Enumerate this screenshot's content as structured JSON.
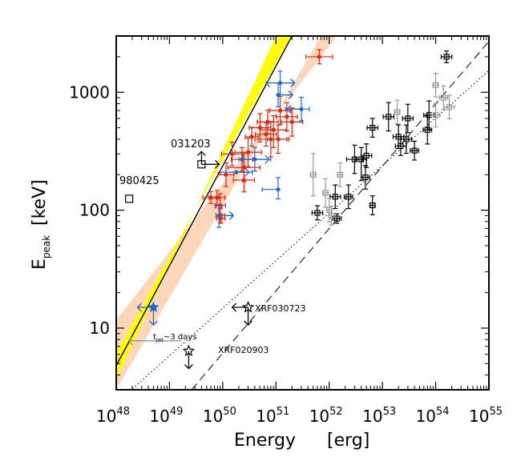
{
  "chart_data": {
    "type": "scatter",
    "xlabel": {
      "main": "Energy",
      "unit": "[erg]"
    },
    "ylabel": {
      "main": "E",
      "sub": "peak",
      "unit": "[keV]"
    },
    "xscale": "log",
    "yscale": "log",
    "xlim": [
      1e+48,
      1e+55
    ],
    "ylim": [
      3,
      3000
    ],
    "x_ticks": [
      {
        "mantissa": "10",
        "exp": "48",
        "value": 1e+48
      },
      {
        "mantissa": "10",
        "exp": "49",
        "value": 1e+49
      },
      {
        "mantissa": "10",
        "exp": "50",
        "value": 1e+50
      },
      {
        "mantissa": "10",
        "exp": "51",
        "value": 1e+51
      },
      {
        "mantissa": "10",
        "exp": "52",
        "value": 1e+52
      },
      {
        "mantissa": "10",
        "exp": "53",
        "value": 1e+53
      },
      {
        "mantissa": "10",
        "exp": "54",
        "value": 1e+54
      },
      {
        "mantissa": "10",
        "exp": "55",
        "value": 1e+55
      }
    ],
    "y_ticks": [
      {
        "label": "10",
        "value": 10
      },
      {
        "label": "100",
        "value": 100
      },
      {
        "label": "1000",
        "value": 1000
      }
    ],
    "colors": {
      "band_outer": "#fdd7b9",
      "band_inner": "#ffff00",
      "fit_line": "#000000",
      "red": "#ee2200",
      "blue": "#2266dd",
      "black": "#000000",
      "gray": "#999999"
    },
    "relations": [
      {
        "name": "best-fit",
        "style": "solid",
        "points": [
          [
            1e+48,
            4.8
          ],
          [
            2e+51,
            3000
          ]
        ]
      },
      {
        "name": "dashed",
        "style": "dashed",
        "points": [
          [
            2.6e+49,
            3
          ],
          [
            1e+55,
            2700
          ]
        ]
      },
      {
        "name": "dotted",
        "style": "dotted",
        "points": [
          [
            1e+48,
            2.3
          ],
          [
            1e+55,
            1530
          ]
        ]
      }
    ],
    "bands": [
      {
        "name": "outer",
        "color": "#fdd7b9",
        "upper": [
          [
            1e+48,
            11.7
          ],
          [
            1.4e+52,
            3000
          ]
        ],
        "lower": [
          [
            1e+48,
            3
          ],
          [
            7e+51,
            3000
          ]
        ]
      },
      {
        "name": "inner",
        "color": "#ffff00",
        "upper": [
          [
            1e+48,
            6.2
          ],
          [
            1.9e+51,
            3000
          ]
        ],
        "lower": [
          [
            1e+48,
            3.7
          ],
          [
            1e+51,
            3000
          ]
        ]
      }
    ],
    "series": [
      {
        "color": "red",
        "marker": "dot",
        "points": [
          {
            "x": 6.5e+51,
            "y": 2000,
            "xe": [
              0.25,
              0.25
            ],
            "ye": [
              0.06,
              0.06
            ]
          },
          {
            "x": 1.6e+51,
            "y": 620,
            "xe": [
              0.2,
              0.2
            ],
            "ye": [
              0.12,
              0.12
            ]
          },
          {
            "x": 1.2e+51,
            "y": 700,
            "xe": [
              0.2,
              0.2
            ],
            "ye": [
              0.12,
              0.12
            ]
          },
          {
            "x": 2e+51,
            "y": 560,
            "xe": [
              0.2,
              0.2
            ],
            "ye": [
              0.12,
              0.12
            ]
          },
          {
            "x": 9e+50,
            "y": 480,
            "xe": [
              0.25,
              0.25
            ],
            "ye": [
              0.15,
              0.12
            ]
          },
          {
            "x": 7e+50,
            "y": 560,
            "xe": [
              0.2,
              0.2
            ],
            "ye": [
              0.1,
              0.1
            ]
          },
          {
            "x": 8e+50,
            "y": 400,
            "xe": [
              0.3,
              0.3
            ],
            "ye": [
              0.15,
              0.15
            ]
          },
          {
            "x": 5e+50,
            "y": 500,
            "xe": [
              0.2,
              0.2
            ],
            "ye": [
              0.12,
              0.12
            ]
          },
          {
            "x": 1.1e+51,
            "y": 400,
            "xe": [
              0.2,
              0.2
            ],
            "ye": [
              0.12,
              0.12
            ]
          },
          {
            "x": 6.5e+50,
            "y": 440,
            "xe": [
              0.2,
              0.2
            ],
            "ye": [
              0.1,
              0.1
            ]
          },
          {
            "x": 3.5e+50,
            "y": 420,
            "xe": [
              0.12,
              0.12
            ],
            "ye": [
              0.08,
              0.08
            ]
          },
          {
            "x": 3e+50,
            "y": 310,
            "xe": [
              0.25,
              0.25
            ],
            "ye": [
              0.12,
              0.12
            ]
          },
          {
            "x": 2.3e+50,
            "y": 270,
            "xe": [
              0.2,
              0.2
            ],
            "ye": [
              0.1,
              0.1
            ]
          },
          {
            "x": 2.5e+50,
            "y": 230,
            "xe": [
              0.3,
              0.3
            ],
            "ye": [
              0.12,
              0.12
            ]
          },
          {
            "x": 1.5e+50,
            "y": 300,
            "xe": [
              0.2,
              0.2
            ],
            "ye": [
              0.1,
              0.1
            ]
          },
          {
            "x": 1.15e+50,
            "y": 200,
            "xe": [
              0.15,
              0.15
            ],
            "ye": [
              0.1,
              0.1
            ]
          },
          {
            "x": 2.5e+50,
            "y": 180,
            "xe": [
              0.2,
              0.2
            ],
            "ye": [
              0.1,
              0.1
            ]
          },
          {
            "x": 6e+49,
            "y": 128,
            "xe": [
              0.15,
              0.15
            ],
            "ye": [
              0.05,
              0.05
            ]
          },
          {
            "x": 7.8e+49,
            "y": 128,
            "xe": [
              0.15,
              0.15
            ],
            "ye": [
              0.06,
              0.06
            ]
          },
          {
            "x": 9e+49,
            "y": 110,
            "xe": [
              0.1,
              0.1
            ],
            "ye": [
              0.1,
              0.1
            ]
          },
          {
            "x": 9e+49,
            "y": 90,
            "xe": [
              0.08,
              0.08
            ],
            "ye": [
              0.06,
              0.06
            ]
          },
          {
            "x": 9.2e+49,
            "y": 85,
            "xe": [
              0.08,
              0.08
            ],
            "ye": [
              0.04,
              0.04
            ]
          }
        ]
      },
      {
        "color": "blue",
        "marker": "dot",
        "points": [
          {
            "x": 1.2e+51,
            "y": 1200,
            "xe": [
              0,
              0.25
            ],
            "ye": [
              0.1,
              0.1
            ]
          },
          {
            "x": 1.1e+51,
            "y": 950,
            "xe": [
              0,
              0.25
            ],
            "ye": [
              0.1,
              0.1
            ]
          },
          {
            "x": 3e+51,
            "y": 720,
            "xe": [
              0.3,
              0.15
            ],
            "ye": [
              0.1,
              0.1
            ]
          },
          {
            "x": 4e+50,
            "y": 270,
            "xe": [
              0.3,
              0.3
            ],
            "ye": [
              0.1,
              0.1
            ]
          },
          {
            "x": 1.8e+50,
            "y": 210,
            "xe": [
              0.3,
              0.3
            ],
            "ye": [
              0,
              0
            ]
          },
          {
            "x": 1.1e+51,
            "y": 150,
            "xe": [
              0.3,
              0
            ],
            "ye": [
              0.08,
              0.1
            ]
          },
          {
            "x": 8.5e+49,
            "y": 90,
            "xe": [
              0,
              0.25
            ],
            "ye": [
              0.1,
              0
            ]
          }
        ],
        "arrows": [
          {
            "x": 1.2e+51,
            "y": 1200,
            "dir": "left",
            "len": 18
          },
          {
            "x": 1.2e+51,
            "y": 1200,
            "dir": "right",
            "len": 18
          },
          {
            "x": 1.1e+51,
            "y": 950,
            "dir": "right",
            "len": 18
          },
          {
            "x": 3e+51,
            "y": 720,
            "dir": "left",
            "len": 18
          },
          {
            "x": 4e+50,
            "y": 270,
            "dir": "right",
            "len": 18
          },
          {
            "x": 4e+50,
            "y": 270,
            "dir": "left",
            "len": 18
          },
          {
            "x": 1.8e+50,
            "y": 210,
            "dir": "right",
            "len": 16
          },
          {
            "x": 8.5e+49,
            "y": 90,
            "dir": "right",
            "len": 18
          },
          {
            "x": 8.5e+49,
            "y": 90,
            "dir": "up",
            "len": 14
          }
        ]
      },
      {
        "color": "black",
        "marker": "square",
        "points": [
          {
            "x": 1.6e+54,
            "y": 2000,
            "xe": [
              0.1,
              0.1
            ],
            "ye": [
              0.05,
              0.05
            ]
          },
          {
            "x": 3e+53,
            "y": 600,
            "xe": [
              0.1,
              0.1
            ],
            "ye": [
              0.12,
              0.12
            ]
          },
          {
            "x": 1.3e+53,
            "y": 620,
            "xe": [
              0.1,
              0.1
            ],
            "ye": [
              0.12,
              0.12
            ]
          },
          {
            "x": 7.5e+53,
            "y": 640,
            "xe": [
              0.1,
              0.1
            ],
            "ye": [
              0.12,
              0.12
            ]
          },
          {
            "x": 6.5e+52,
            "y": 500,
            "xe": [
              0.1,
              0.1
            ],
            "ye": [
              0.08,
              0.08
            ]
          },
          {
            "x": 7e+53,
            "y": 480,
            "xe": [
              0.08,
              0.08
            ],
            "ye": [
              0.12,
              0.12
            ]
          },
          {
            "x": 2e+53,
            "y": 420,
            "xe": [
              0.1,
              0.1
            ],
            "ye": [
              0.1,
              0.1
            ]
          },
          {
            "x": 2.2e+53,
            "y": 350,
            "xe": [
              0.1,
              0.1
            ],
            "ye": [
              0.08,
              0.08
            ]
          },
          {
            "x": 2.8e+53,
            "y": 400,
            "xe": [
              0.1,
              0.1
            ],
            "ye": [
              0.12,
              0.12
            ]
          },
          {
            "x": 4e+53,
            "y": 320,
            "xe": [
              0.08,
              0.08
            ],
            "ye": [
              0.08,
              0.08
            ]
          },
          {
            "x": 5e+52,
            "y": 290,
            "xe": [
              0.1,
              0.1
            ],
            "ye": [
              0.1,
              0.1
            ]
          },
          {
            "x": 3e+52,
            "y": 270,
            "xe": [
              0.15,
              0.15
            ],
            "ye": [
              0.12,
              0.12
            ]
          },
          {
            "x": 4e+52,
            "y": 270,
            "xe": [
              0.1,
              0.1
            ],
            "ye": [
              0.18,
              0.1
            ]
          },
          {
            "x": 4.8e+52,
            "y": 190,
            "xe": [
              0.08,
              0.08
            ],
            "ye": [
              0.1,
              0.1
            ]
          },
          {
            "x": 2.3e+52,
            "y": 130,
            "xe": [
              0.08,
              0.08
            ],
            "ye": [
              0.1,
              0.1
            ]
          },
          {
            "x": 1.3e+52,
            "y": 130,
            "xe": [
              0.1,
              0.1
            ],
            "ye": [
              0.1,
              0.1
            ]
          },
          {
            "x": 1.4e+52,
            "y": 85,
            "xe": [
              0.08,
              0.08
            ],
            "ye": [
              0.04,
              0.04
            ]
          },
          {
            "x": 6e+51,
            "y": 95,
            "xe": [
              0.1,
              0.1
            ],
            "ye": [
              0.06,
              0.06
            ]
          },
          {
            "x": 6.5e+52,
            "y": 110,
            "xe": [
              0.05,
              0.05
            ],
            "ye": [
              0.08,
              0.08
            ]
          }
        ]
      },
      {
        "color": "gray",
        "marker": "square",
        "points": [
          {
            "x": 1e+54,
            "y": 1150,
            "xe": [
              0.05,
              0.05
            ],
            "ye": [
              0.1,
              0.1
            ]
          },
          {
            "x": 1.4e+54,
            "y": 900,
            "xe": [
              0.08,
              0.08
            ],
            "ye": [
              0.1,
              0.1
            ]
          },
          {
            "x": 1.8e+54,
            "y": 750,
            "xe": [
              0.1,
              0.1
            ],
            "ye": [
              0.1,
              0.1
            ]
          },
          {
            "x": 1.9e+53,
            "y": 680,
            "xe": [
              0.05,
              0.05
            ],
            "ye": [
              0.1,
              0.1
            ]
          },
          {
            "x": 1e+54,
            "y": 640,
            "xe": [
              0.08,
              0.08
            ],
            "ye": [
              0.1,
              0.1
            ]
          },
          {
            "x": 5e+51,
            "y": 200,
            "xe": [
              0.05,
              0.05
            ],
            "ye": [
              0.18,
              0.18
            ]
          },
          {
            "x": 8.5e+51,
            "y": 140,
            "xe": [
              0.05,
              0.05
            ],
            "ye": [
              0.12,
              0.12
            ]
          },
          {
            "x": 1e+52,
            "y": 100,
            "xe": [
              0.05,
              0.05
            ],
            "ye": [
              0.1,
              0.1
            ]
          },
          {
            "x": 1.1e+52,
            "y": 90,
            "xe": [
              0.05,
              0.05
            ],
            "ye": [
              0.08,
              0.08
            ]
          },
          {
            "x": 1.6e+52,
            "y": 200,
            "xe": [
              0.05,
              0.05
            ],
            "ye": [
              0.1,
              0.1
            ]
          }
        ]
      }
    ],
    "special_points": [
      {
        "label": "980425",
        "x": 1.75e+48,
        "y": 125,
        "marker": "open-square"
      },
      {
        "label": "031203",
        "x": 4e+49,
        "y": 245,
        "marker": "open-square"
      },
      {
        "label": "XRF030723",
        "x": 3e+50,
        "y": 15,
        "marker": "open-star"
      },
      {
        "label": "XRF020903",
        "x": 2.3e+49,
        "y": 6.4,
        "marker": "open-star"
      },
      {
        "label": "",
        "x": 5e+48,
        "y": 15,
        "marker": "blue-star"
      }
    ],
    "limit_arrows": [
      {
        "x": 4e+49,
        "y": 245,
        "dir": "up",
        "len": 16,
        "color": "black"
      },
      {
        "x": 4e+49,
        "y": 245,
        "dir": "right",
        "len": 22,
        "color": "black"
      },
      {
        "x": 3e+50,
        "y": 15,
        "dir": "down",
        "len": 22,
        "color": "black"
      },
      {
        "x": 3e+50,
        "y": 15,
        "dir": "left",
        "len": 20,
        "color": "black"
      },
      {
        "x": 2.3e+49,
        "y": 6.4,
        "dir": "down",
        "len": 22,
        "color": "black"
      },
      {
        "x": 5e+48,
        "y": 15,
        "dir": "left",
        "len": 20,
        "color": "blue"
      },
      {
        "x": 5e+48,
        "y": 15,
        "dir": "down",
        "len": 22,
        "color": "blue"
      }
    ],
    "annotations": [
      {
        "text": "980425"
      },
      {
        "text": "031203"
      },
      {
        "text": "XRF030723"
      },
      {
        "text": "XRF020903"
      },
      {
        "prefix": "t",
        "sub": "jet",
        "suffix": "~3 days"
      }
    ],
    "tjet_arrow": {
      "x_from": 1.6e+49,
      "x_to": 1.7e+48,
      "y": 7.8,
      "color": "#888888"
    }
  }
}
